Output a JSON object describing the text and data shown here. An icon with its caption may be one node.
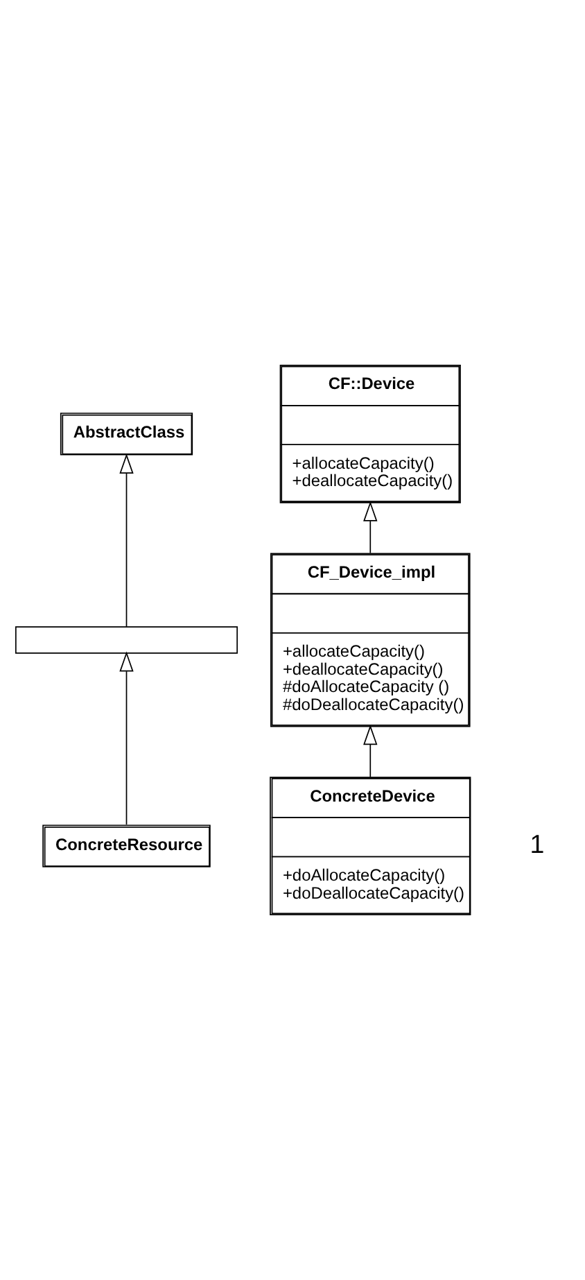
{
  "diagram": {
    "nodes": [
      {
        "text": [
          "AbstractClass"
        ]
      },
      {
        "text": [
          "CF::Device",
          "+allocateCapacity()",
          "+deallocateCapacity()"
        ]
      },
      {
        "text": [],
        "shape": "box"
      },
      {
        "text": [
          "CF_Device_impl",
          "+allocateCapacity()",
          "+deallocateCapacity()",
          "#doAllocateCapacity ()",
          "#doDeallocateCapacity()"
        ]
      },
      {
        "text": [
          "ConcreteResource"
        ]
      },
      {
        "text": [
          "ConcreteDevice",
          "+doAllocateCapacity()",
          "+doDeallocateCapacity()"
        ]
      }
    ],
    "edges": [
      {
        "from": 2,
        "to": 0,
        "arrow": "to"
      },
      {
        "from": 3,
        "to": 1,
        "arrow": "to"
      },
      {
        "from": 4,
        "to": 2,
        "arrow": "to"
      },
      {
        "from": 5,
        "to": 3,
        "arrow": "to"
      }
    ],
    "labels": [
      "1"
    ]
  }
}
